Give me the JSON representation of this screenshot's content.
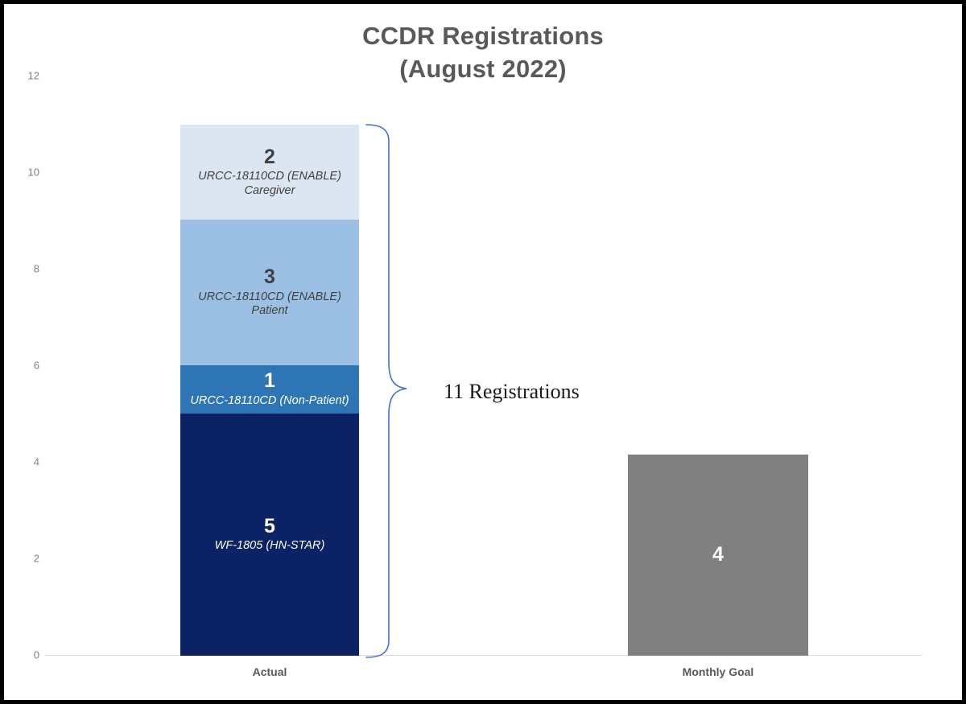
{
  "chart_data": {
    "type": "bar",
    "title": "CCDR Registrations (August 2022)",
    "title_lines": [
      "CCDR Registrations",
      "(August 2022)"
    ],
    "xlabel": "",
    "ylabel": "",
    "ylim": [
      0,
      12
    ],
    "yticks": [
      0,
      2,
      4,
      6,
      8,
      10,
      12
    ],
    "grid": false,
    "legend": "none",
    "categories": [
      "Actual",
      "Monthly Goal"
    ],
    "stacked": true,
    "series": [
      {
        "name": "WF-1805 (HN-STAR)",
        "values": [
          5,
          0
        ],
        "color": "#0b2265",
        "label_color": "#ffffff"
      },
      {
        "name": "URCC-18110CD (Non-Patient)",
        "values": [
          1,
          0
        ],
        "color": "#2e75b6",
        "label_color": "#ffffff"
      },
      {
        "name": "URCC-18110CD (ENABLE) Patient",
        "values": [
          3,
          0
        ],
        "color": "#9bc0e3",
        "label_color": "#404040"
      },
      {
        "name": "URCC-18110CD (ENABLE) Caregiver",
        "values": [
          2,
          0
        ],
        "color": "#dce6f2",
        "label_color": "#404040"
      },
      {
        "name": "Monthly Goal",
        "values": [
          0,
          4
        ],
        "color": "#808080",
        "label_color": "#ffffff"
      }
    ],
    "segments_actual": [
      {
        "value": "2",
        "label_line1": "URCC-18110CD (ENABLE)",
        "label_line2": "Caregiver"
      },
      {
        "value": "3",
        "label_line1": "URCC-18110CD (ENABLE)",
        "label_line2": "Patient"
      },
      {
        "value": "1",
        "label_line1": "URCC-18110CD (Non-Patient)",
        "label_line2": ""
      },
      {
        "value": "5",
        "label_line1": "WF-1805 (HN-STAR)",
        "label_line2": ""
      }
    ],
    "goal_bar": {
      "value": "4"
    },
    "annotations": [
      {
        "text": "11 Registrations",
        "total": 11,
        "applies_to": "Actual"
      }
    ],
    "colors": {
      "title": "#595959",
      "tick": "#7f7f7f",
      "axis": "#d9d9d9",
      "brace": "#4472c4",
      "annotation": "#1a1a1a",
      "frame": "#000000",
      "background": "#ffffff"
    }
  },
  "axis": {
    "yticks": [
      "12",
      "10",
      "8",
      "6",
      "4",
      "2",
      "0"
    ]
  },
  "categories": {
    "actual": "Actual",
    "goal": "Monthly Goal"
  },
  "segments": {
    "caregiver": {
      "value": "2",
      "line1": "URCC-18110CD (ENABLE)",
      "line2": "Caregiver"
    },
    "patient": {
      "value": "3",
      "line1": "URCC-18110CD (ENABLE)",
      "line2": "Patient"
    },
    "nonpatient": {
      "value": "1",
      "line1": "URCC-18110CD (Non-Patient)"
    },
    "hnstar": {
      "value": "5",
      "line1": "WF-1805 (HN-STAR)"
    },
    "goal": {
      "value": "4"
    }
  },
  "annotation": {
    "total_text": "11 Registrations"
  },
  "title": {
    "line1": "CCDR Registrations",
    "line2": "(August 2022)"
  }
}
